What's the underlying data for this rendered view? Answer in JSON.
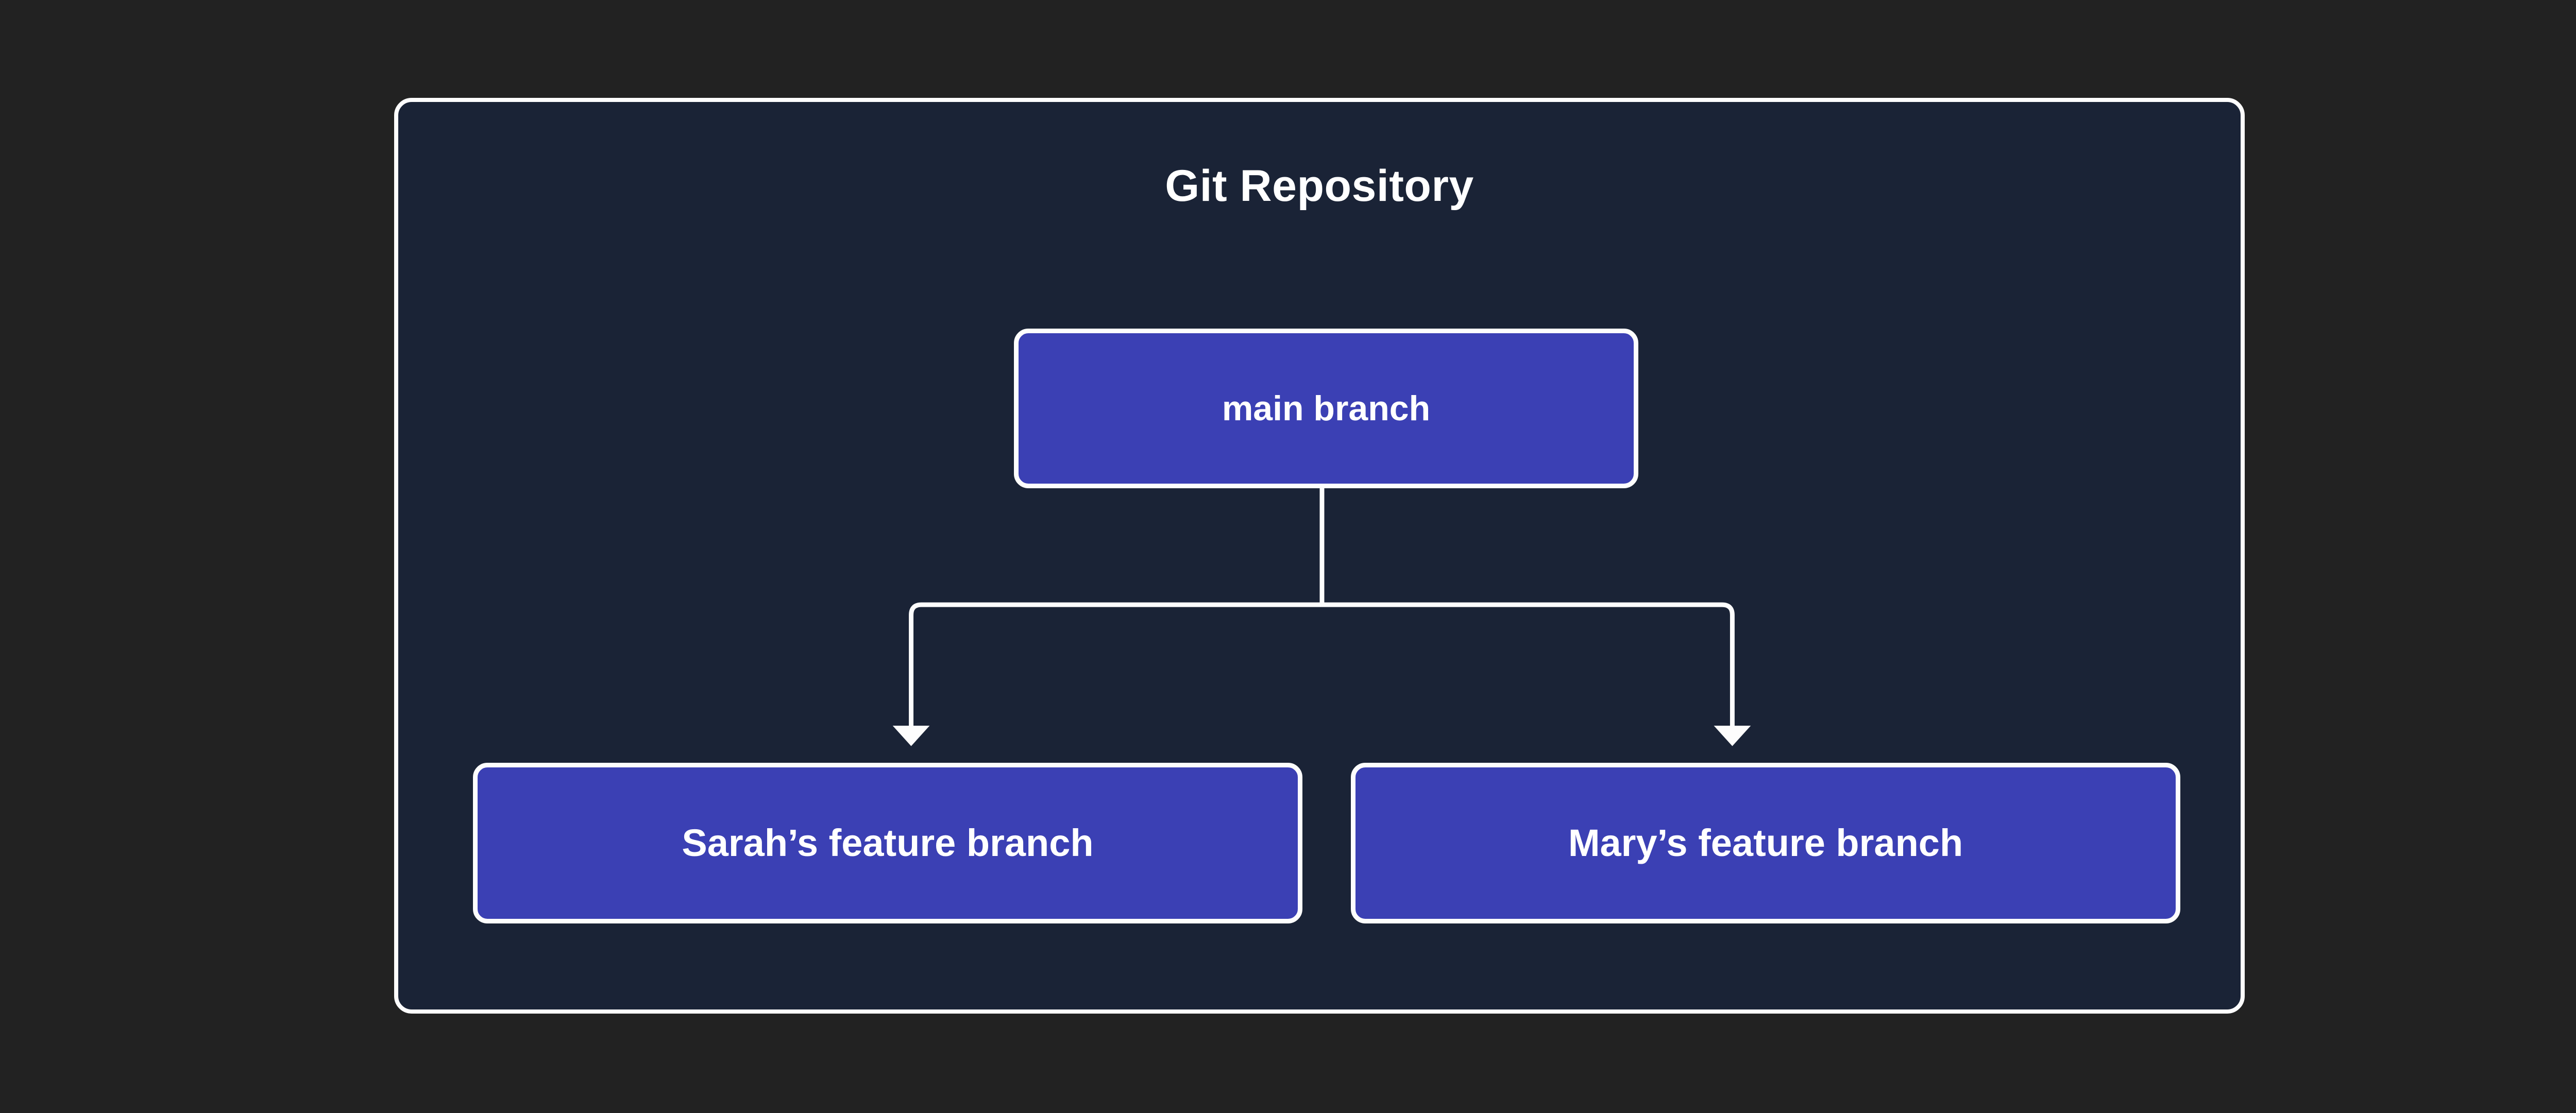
{
  "canvas": {
    "background_color": "#222222"
  },
  "panel": {
    "title": "Git Repository",
    "background_color": "#1a2336",
    "border_color": "#fdfdfd"
  },
  "nodes": {
    "main": {
      "label": "main branch",
      "fill_color": "#3b40b4",
      "border_color": "#fdfdfd",
      "text_color": "#ffffff"
    },
    "sarah": {
      "label": "Sarah’s feature branch",
      "fill_color": "#3b40b4",
      "border_color": "#fdfdfd",
      "text_color": "#ffffff"
    },
    "mary": {
      "label": "Mary’s feature branch",
      "fill_color": "#3b40b4",
      "border_color": "#fdfdfd",
      "text_color": "#ffffff"
    }
  },
  "connectors": {
    "color": "#fdfdfd",
    "edges": [
      {
        "from": "main",
        "to": "sarah",
        "arrow": "down"
      },
      {
        "from": "main",
        "to": "mary",
        "arrow": "down"
      }
    ]
  }
}
